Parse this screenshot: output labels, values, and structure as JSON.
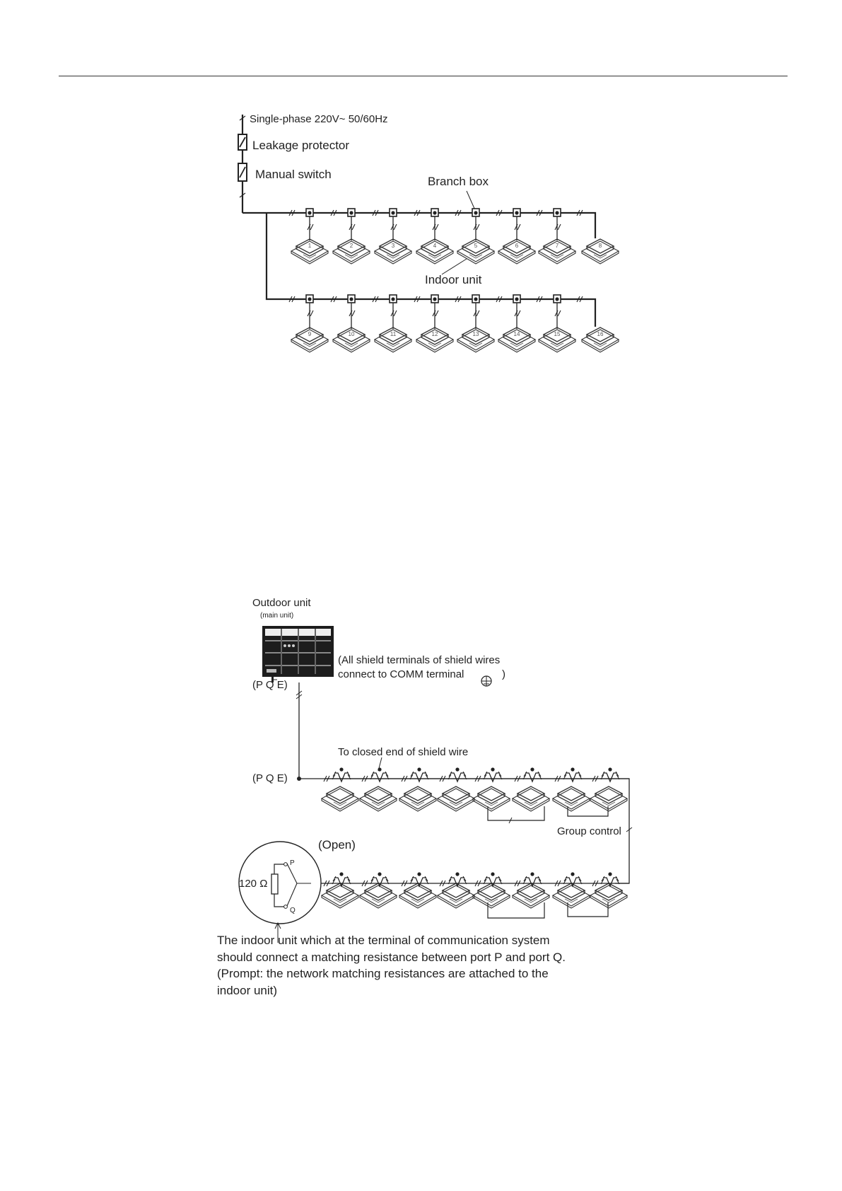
{
  "power_diagram": {
    "supply_label": "Single-phase 220V~ 50/60Hz",
    "leakage_label": "Leakage protector",
    "switch_label": "Manual switch",
    "branch_box_label": "Branch box",
    "indoor_unit_label": "Indoor unit",
    "row1_units": [
      "1",
      "2",
      "3",
      "4",
      "5",
      "6",
      "7",
      "8"
    ],
    "row2_units": [
      "9",
      "10",
      "11",
      "12",
      "13",
      "14",
      "15",
      "16"
    ]
  },
  "comm_diagram": {
    "outdoor_label": "Outdoor unit",
    "main_unit_label": "(main unit)",
    "shield_note_line1": "(All shield terminals of shield wires",
    "shield_note_line2": "connect to COMM terminal",
    "shield_note_close": ")",
    "pqe_top": "(P Q E)",
    "pqe_bus": "(P Q E)",
    "closed_end_label": "To closed end of shield wire",
    "group_control_label": "Group control",
    "open_label": "(Open)",
    "resistance_label": "120 Ω",
    "port_p": "P",
    "port_q": "Q"
  },
  "note": {
    "line1": "The indoor unit which at the terminal of communication system",
    "line2": "should connect a matching resistance between port P and port Q.",
    "line3": "(Prompt: the network matching resistances are attached to the",
    "line4": "indoor unit)"
  }
}
